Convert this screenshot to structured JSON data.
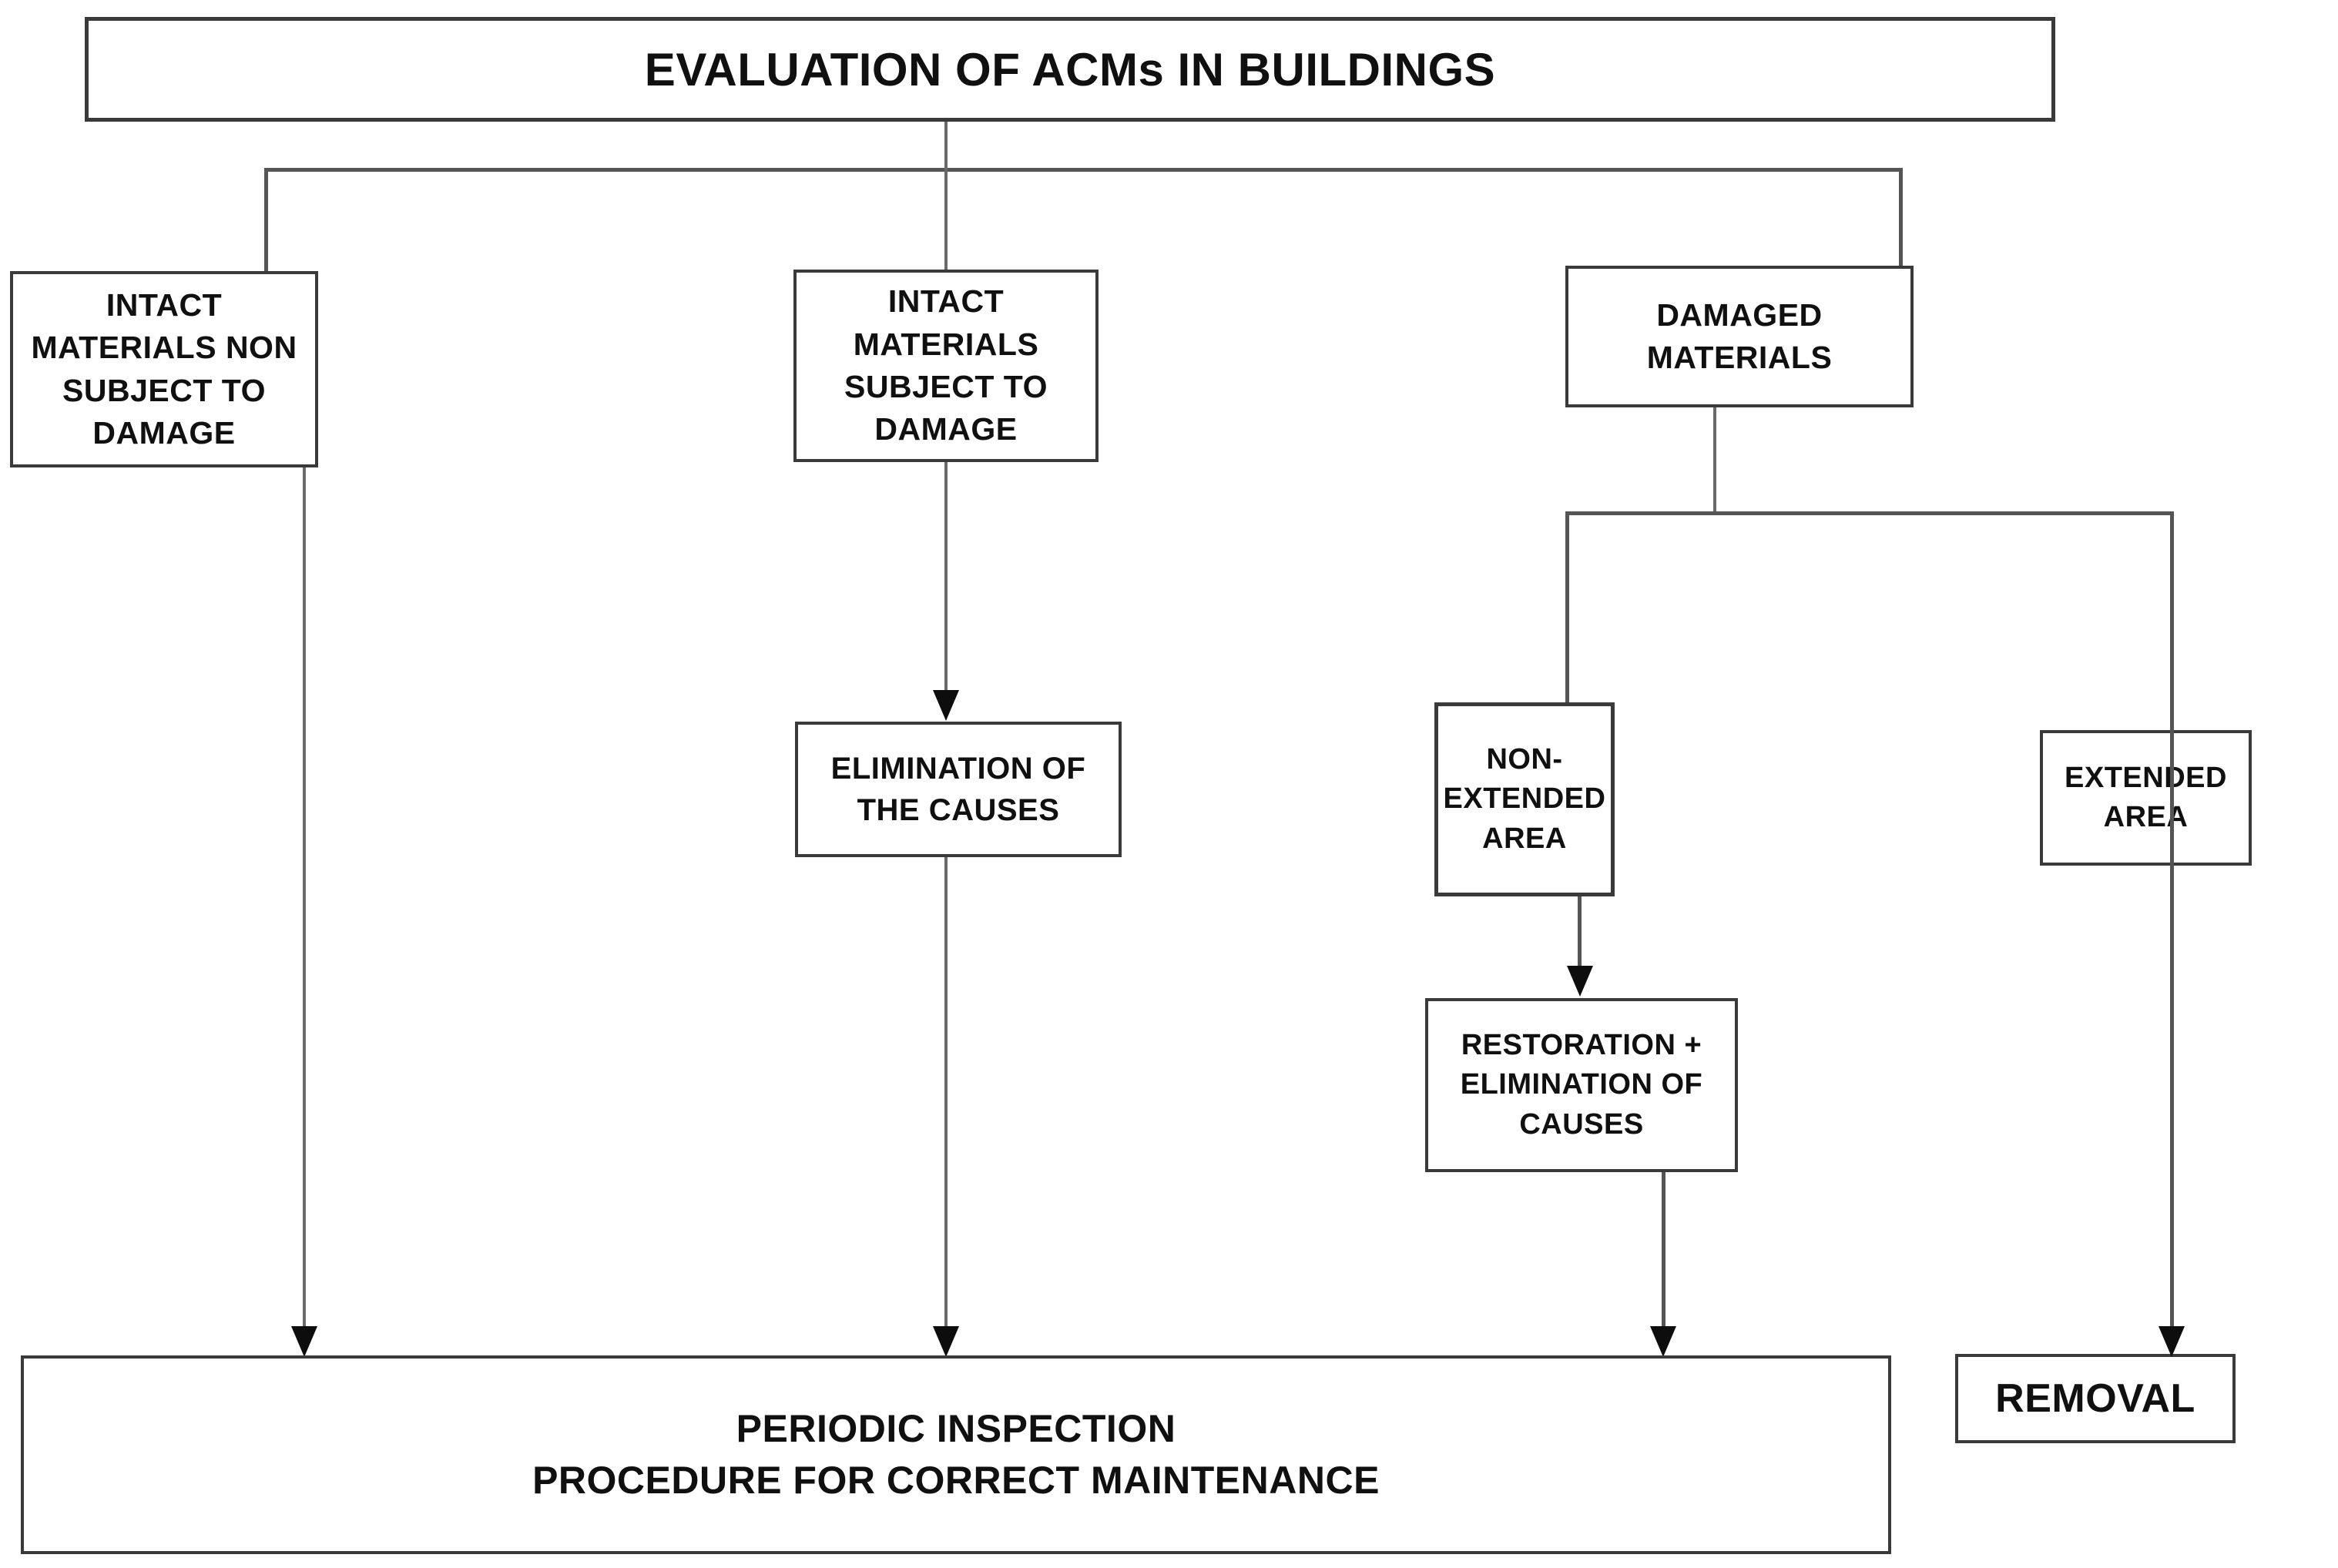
{
  "diagram": {
    "title": "EVALUATION OF ACMs IN BUILDINGS",
    "type": "flowchart",
    "orientation": "top-down",
    "colors": {
      "box_border": "#3a3a3a",
      "box_fill": "#ffffff",
      "text": "#101010",
      "connector": "#555555",
      "arrowhead": "#0d0d0d"
    },
    "nodes": {
      "title": "EVALUATION OF ACMs IN BUILDINGS",
      "intact_non_subject": "INTACT MATERIALS NON\nSUBJECT TO DAMAGE",
      "intact_subject": "INTACT MATERIALS\nSUBJECT TO DAMAGE",
      "damaged_materials": "DAMAGED MATERIALS",
      "elimination_causes": "ELIMINATION OF THE CAUSES",
      "non_extended_area": "NON-EXTENDED\nAREA",
      "extended_area": "EXTENDED\nAREA",
      "restoration_elimination": "RESTORATION +\nELIMINATION OF\nCAUSES",
      "periodic_inspection": "PERIODIC INSPECTION\nPROCEDURE FOR CORRECT MAINTENANCE",
      "removal": "REMOVAL"
    },
    "edges": [
      {
        "from": "title",
        "to": "intact_non_subject",
        "style": "elbow"
      },
      {
        "from": "title",
        "to": "intact_subject",
        "style": "straight"
      },
      {
        "from": "title",
        "to": "damaged_materials",
        "style": "elbow"
      },
      {
        "from": "intact_non_subject",
        "to": "periodic_inspection",
        "style": "straight-arrow"
      },
      {
        "from": "intact_subject",
        "to": "elimination_causes",
        "style": "straight-arrow"
      },
      {
        "from": "elimination_causes",
        "to": "periodic_inspection",
        "style": "straight-arrow"
      },
      {
        "from": "damaged_materials",
        "to": "non_extended_area",
        "style": "elbow"
      },
      {
        "from": "damaged_materials",
        "to": "extended_area",
        "style": "elbow"
      },
      {
        "from": "non_extended_area",
        "to": "restoration_elimination",
        "style": "straight-arrow"
      },
      {
        "from": "restoration_elimination",
        "to": "periodic_inspection",
        "style": "straight-arrow"
      },
      {
        "from": "extended_area",
        "to": "removal",
        "style": "straight-arrow"
      }
    ]
  }
}
